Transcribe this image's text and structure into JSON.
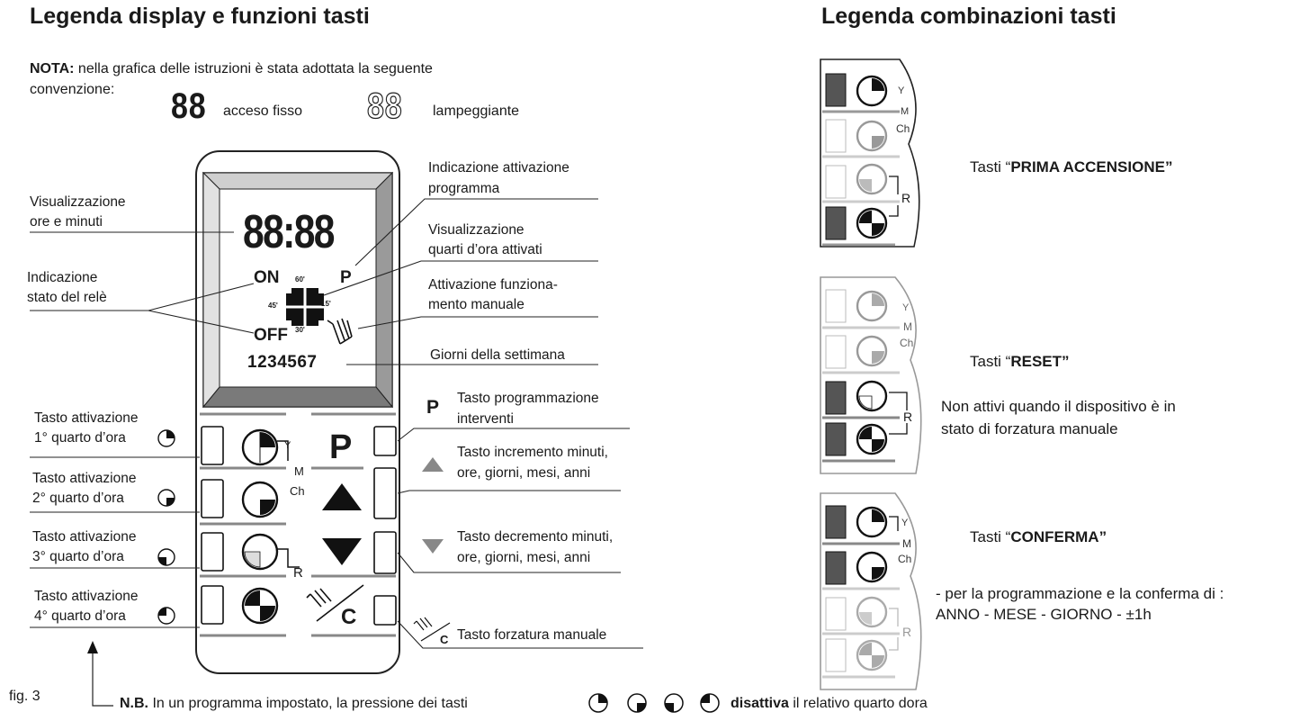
{
  "left_title": "Legenda display e funzioni tasti",
  "right_title": "Legenda combinazioni tasti",
  "nota": {
    "label": "NOTA:",
    "text1": "nella grafica delle istruzioni è stata adottata la seguente",
    "text2": "convenzione:",
    "glyph": "88",
    "steady": "acceso fisso",
    "blink": "lampeggiante"
  },
  "display": {
    "time": "88:88",
    "on": "ON",
    "off": "OFF",
    "p": "P",
    "q60": "60'",
    "q15": "15'",
    "q30": "30'",
    "q45": "45'",
    "days": "1234567"
  },
  "keys": {
    "Y": "Y",
    "M": "M",
    "Ch": "Ch",
    "R": "R",
    "P": "P",
    "C": "C"
  },
  "callouts": {
    "ore_minuti_1": "Visualizzazione",
    "ore_minuti_2": "ore e minuti",
    "rele_1": "Indicazione",
    "rele_2": "stato del relè",
    "programma_1": "Indicazione attivazione",
    "programma_2": "programma",
    "quarti_1": "Visualizzazione",
    "quarti_2": "quarti d’ora attivati",
    "manuale_1": "Attivazione funziona-",
    "manuale_2": "mento manuale",
    "giorni": "Giorni della settimana",
    "q1_1": "Tasto attivazione",
    "q1_2": "1° quarto d’ora",
    "q2_1": "Tasto attivazione",
    "q2_2": "2° quarto d’ora",
    "q3_1": "Tasto attivazione",
    "q3_2": "3° quarto d’ora",
    "q4_1": "Tasto attivazione",
    "q4_2": "4° quarto d’ora",
    "prog_1": "Tasto programmazione",
    "prog_2": "interventi",
    "inc_1": "Tasto incremento minuti,",
    "inc_2": "ore, giorni, mesi, anni",
    "dec_1": "Tasto decremento minuti,",
    "dec_2": "ore, giorni, mesi, anni",
    "forz": "Tasto forzatura manuale"
  },
  "combos": {
    "prima_prefix": "Tasti “",
    "prima_name": "PRIMA ACCENSIONE",
    "prima_suffix": "”",
    "reset_prefix": "Tasti “",
    "reset_name": "RESET",
    "reset_suffix": "”",
    "reset_note_1": "Non attivi quando il dispositivo è in",
    "reset_note_2": "stato di forzatura manuale",
    "conferma_prefix": "Tasti “",
    "conferma_name": "CONFERMA",
    "conferma_suffix": "”",
    "conferma_note_1": "- per la programmazione e la conferma di :",
    "conferma_note_2": "ANNO - MESE - GIORNO - ±1h"
  },
  "fig": "fig. 3",
  "nb": {
    "label": "N.B.",
    "text": "In un programma impostato, la pressione dei tasti",
    "bold": "disattiva",
    "tail": "il relativo quarto dora"
  }
}
